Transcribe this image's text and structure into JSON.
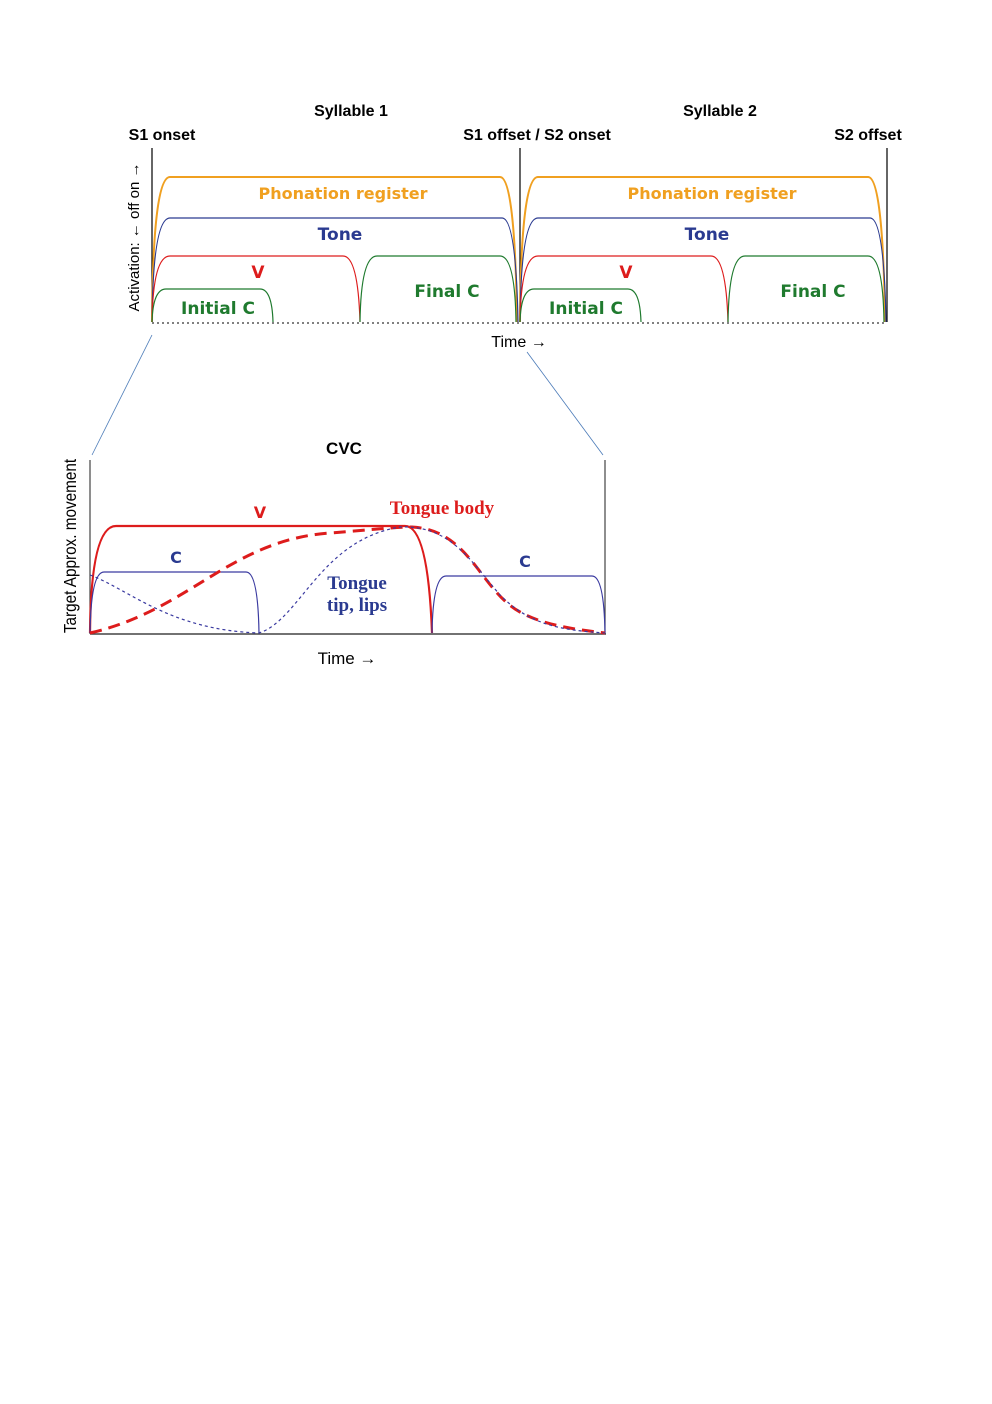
{
  "colors": {
    "phonation": "#f0a020",
    "tone": "#2a3a90",
    "vowel": "#dd1c1c",
    "consonant": "#1f7a2e",
    "black": "#000000",
    "zoomline": "#4a7ab8"
  },
  "top": {
    "syllable1": "Syllable 1",
    "syllable2": "Syllable 2",
    "s1_onset": "S1 onset",
    "s1_offset_s2_onset": "S1 offset / S2 onset",
    "s2_offset": "S2 offset",
    "y_label": "Activation: ← off   on →",
    "x_label": "Time →",
    "s1": {
      "phonation": "Phonation register",
      "tone": "Tone",
      "v": "V",
      "initial_c": "Initial C",
      "final_c": "Final C"
    },
    "s2": {
      "phonation": "Phonation register",
      "tone": "Tone",
      "v": "V",
      "initial_c": "Initial C",
      "final_c": "Final C"
    }
  },
  "bottom": {
    "title": "CVC",
    "y_label": "Target Approx. movement",
    "x_label": "Time →",
    "v_label": "V",
    "c1_label": "C",
    "c2_label": "C",
    "tongue_body": "Tongue body",
    "tongue_tip_1": "Tongue",
    "tongue_tip_2": "tip, lips"
  }
}
